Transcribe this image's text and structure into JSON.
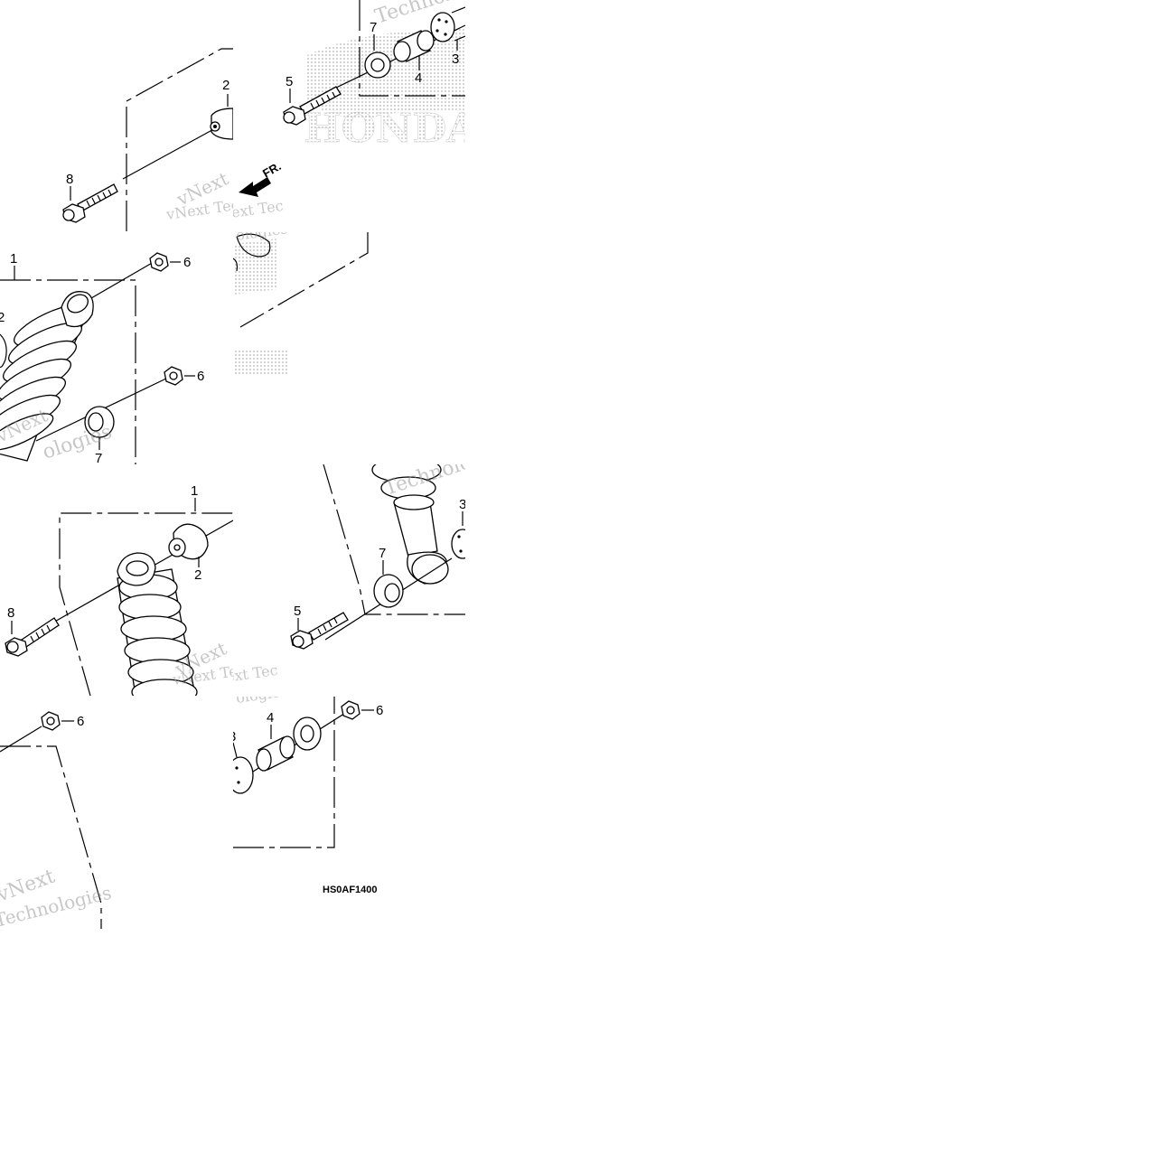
{
  "diagram": {
    "code": "HS0AF1400",
    "direction_label": "FR.",
    "brand_logo": "HONDA",
    "watermark": {
      "lines": [
        "vNext",
        "Technologies",
        "vNext Tec",
        "ologies"
      ]
    },
    "callouts": {
      "p1": "1",
      "p2": "2",
      "p3": "3",
      "p4": "4",
      "p5": "5",
      "p6": "6",
      "p7": "7",
      "p8": "8"
    }
  },
  "colors": {
    "line": "#000000",
    "watermark": "#9a9a9a",
    "logo_dots": "#bdbdbd",
    "background": "#ffffff"
  },
  "icons": [
    "front-direction-arrow-icon",
    "honda-wing-logo-icon"
  ]
}
